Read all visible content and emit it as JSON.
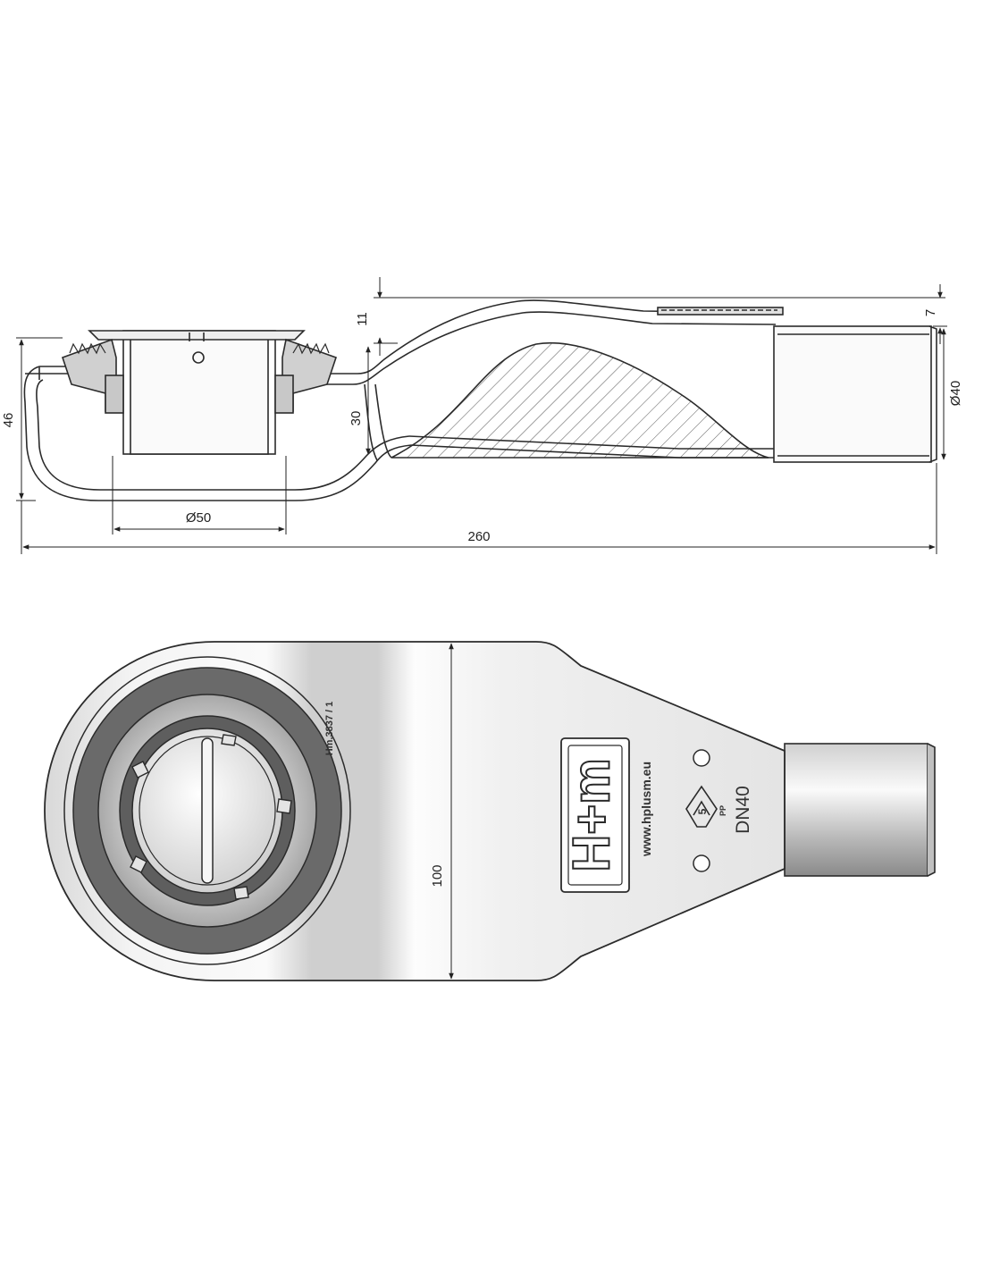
{
  "side_view": {
    "dimensions": {
      "overall_height": "46",
      "flange_offset": "11",
      "inlet_height": "30",
      "top_offset": "7",
      "outlet_diameter": "Ø40",
      "body_diameter": "Ø50",
      "total_length": "260"
    }
  },
  "top_view": {
    "width_dimension": "100",
    "part_number": "Hm.3837 / 1",
    "logo_text": "H+m",
    "website": "www.hplusm.eu",
    "recycle_code": "5",
    "material": "PP",
    "nominal_diameter": "DN40"
  },
  "colors": {
    "line": "#2b2b2b",
    "fill_light": "#f2f2f2",
    "fill_mid": "#c8c8c8",
    "fill_dark": "#666666"
  }
}
